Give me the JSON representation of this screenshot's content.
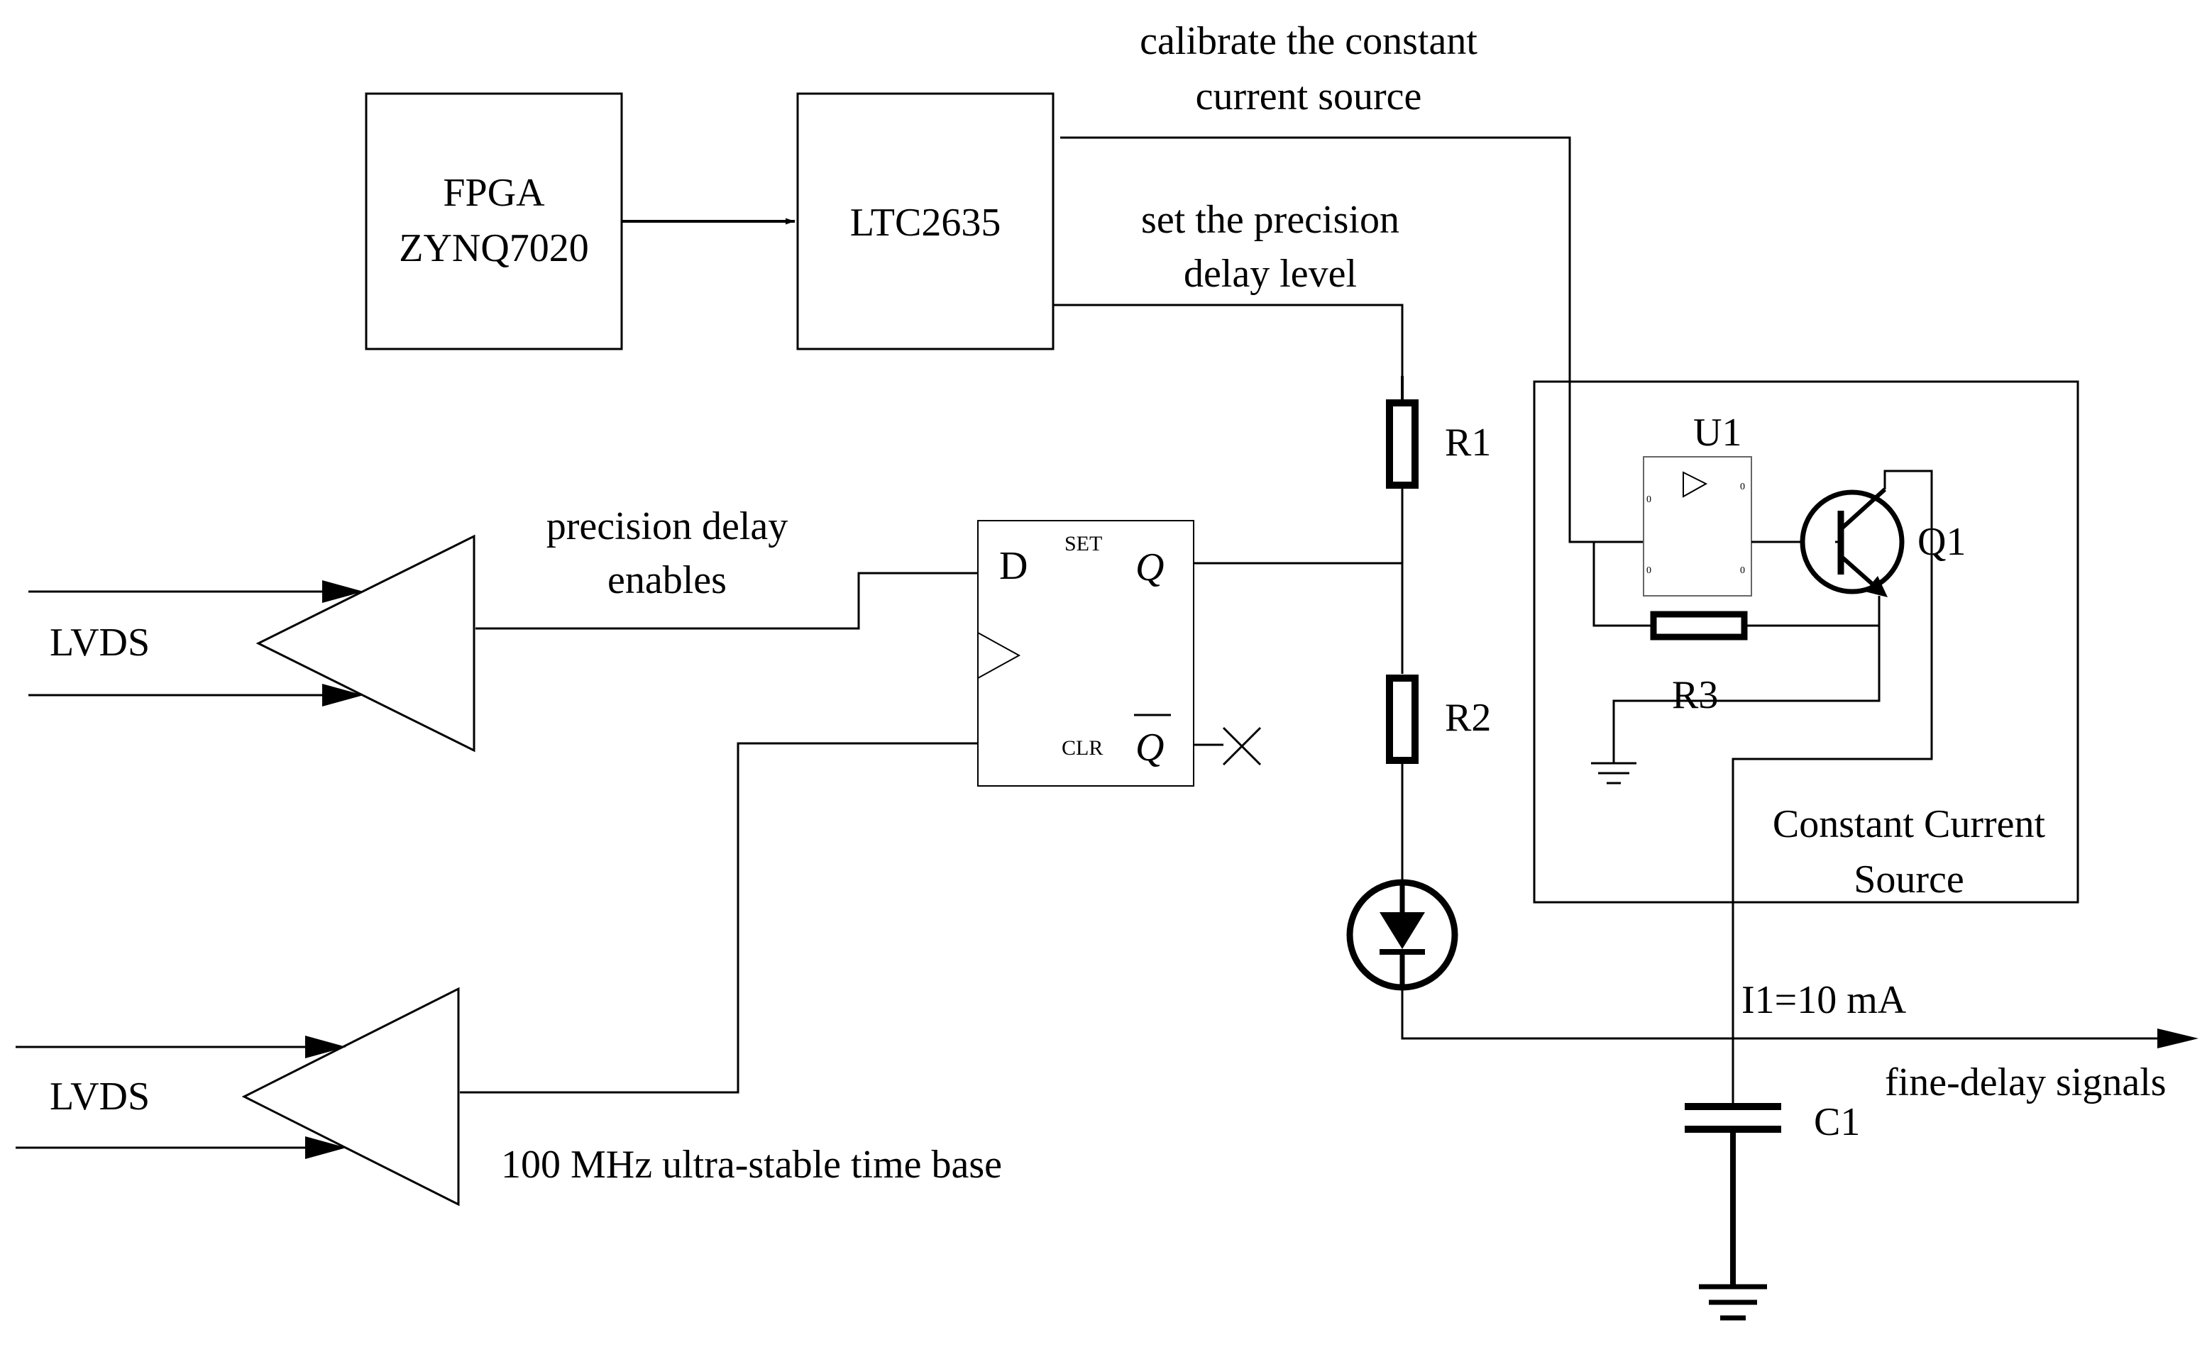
{
  "blocks": {
    "fpga": [
      "FPGA",
      "ZYNQ7020"
    ],
    "dac": "LTC2635",
    "ccs": [
      "Constant Current",
      "Source"
    ]
  },
  "annotations": {
    "calibrate": [
      "calibrate the constant",
      "current source"
    ],
    "set_level": [
      "set the precision",
      "delay level"
    ],
    "enables": [
      "precision delay",
      "enables"
    ],
    "timebase": "100 MHz ultra-stable time base",
    "current": "I1=10 mA",
    "output": "fine-delay signals"
  },
  "receivers": [
    "LVDS",
    "LVDS"
  ],
  "flipflop": {
    "d": "D",
    "set": "SET",
    "clr": "CLR",
    "q": "Q",
    "qbar": "Q"
  },
  "components": {
    "r1": "R1",
    "r2": "R2",
    "r3": "R3",
    "u1": "U1",
    "q1": "Q1",
    "c1": "C1"
  },
  "opamp_pins": [
    "0",
    "0",
    "0",
    "0"
  ]
}
